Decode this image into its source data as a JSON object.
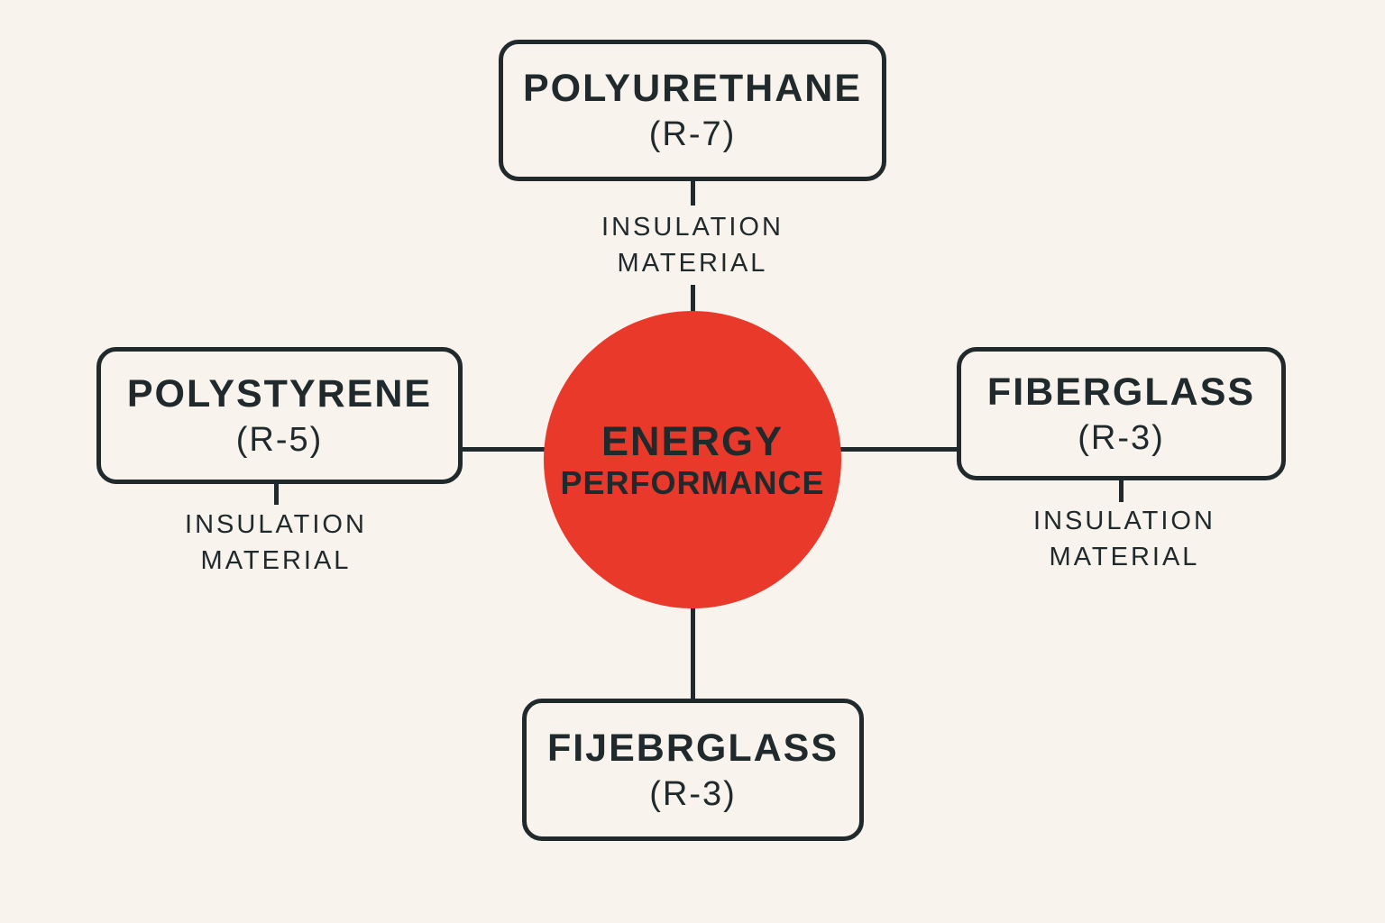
{
  "diagram": {
    "center": {
      "line1": "ENERGY",
      "line2": "PERFORMANCE"
    },
    "nodes": {
      "top": {
        "title": "POLYURETHANE",
        "r_value": "(R-7)",
        "label": [
          "INSULATION",
          "MATERIAL"
        ]
      },
      "left": {
        "title": "POLYSTYRENE",
        "r_value": "(R-5)",
        "label": [
          "INSULATION",
          "MATERIAL"
        ]
      },
      "right": {
        "title": "FIBERGLASS",
        "r_value": "(R-3)",
        "label": [
          "INSULATION",
          "MATERIAL"
        ]
      },
      "bottom": {
        "title": "FIJEBRGLASS",
        "r_value": "(R-3)"
      }
    },
    "colors": {
      "background": "#F8F4ED",
      "ink": "#20292B",
      "accent_red": "#E8392A"
    }
  }
}
